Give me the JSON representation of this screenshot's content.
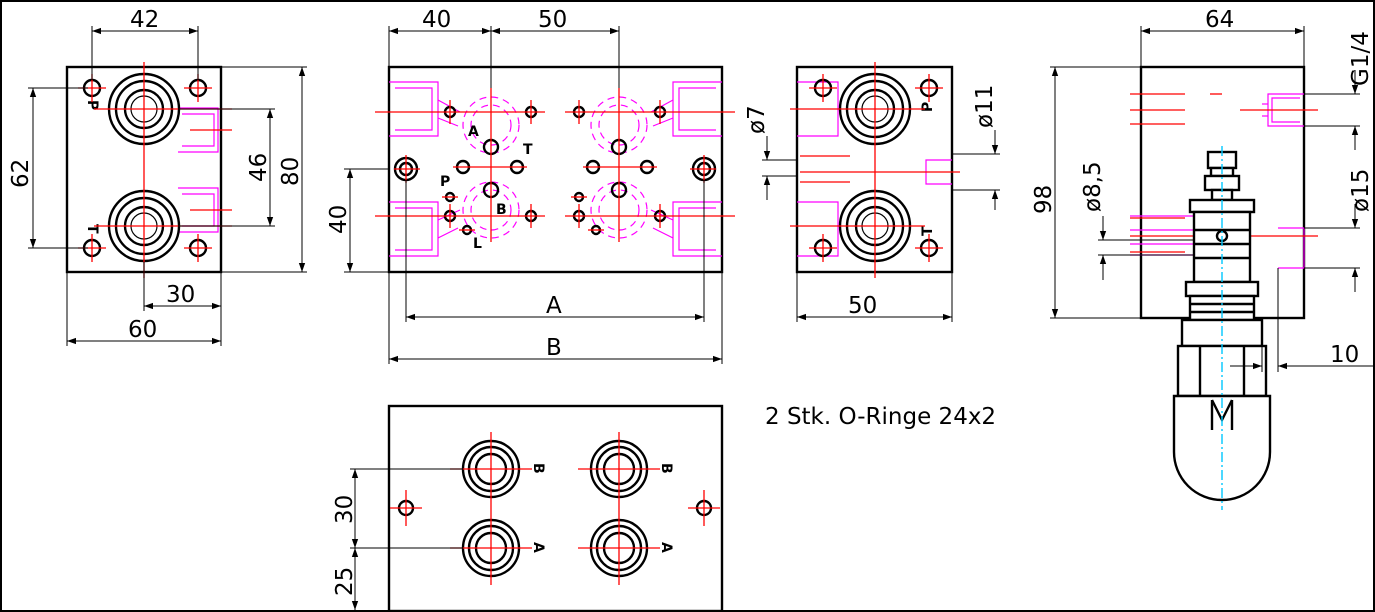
{
  "dimensions": {
    "view1_top_width": "42",
    "view1_height_62": "62",
    "view1_height_46": "46",
    "view1_height_80": "80",
    "view1_bottom_30": "30",
    "view1_bottom_60": "60",
    "view2_top_40": "40",
    "view2_top_50": "50",
    "view2_left_40": "40",
    "view2_bottom_A": "A",
    "view2_bottom_B": "B",
    "view3_dia7": "ø7",
    "view3_dia11": "ø11",
    "view3_bottom_50": "50",
    "view4_top_64": "64",
    "view4_thread": "G1/4",
    "view4_height_98": "98",
    "view4_dia8_5": "ø8,5",
    "view4_dia15": "ø15",
    "view4_right_10": "10",
    "view5_left_30": "30",
    "view5_left_25": "25"
  },
  "port_labels": {
    "P": "P",
    "T": "T",
    "A": "A",
    "B": "B",
    "L": "L"
  },
  "note": "2 Stk. O-Ringe 24x2"
}
